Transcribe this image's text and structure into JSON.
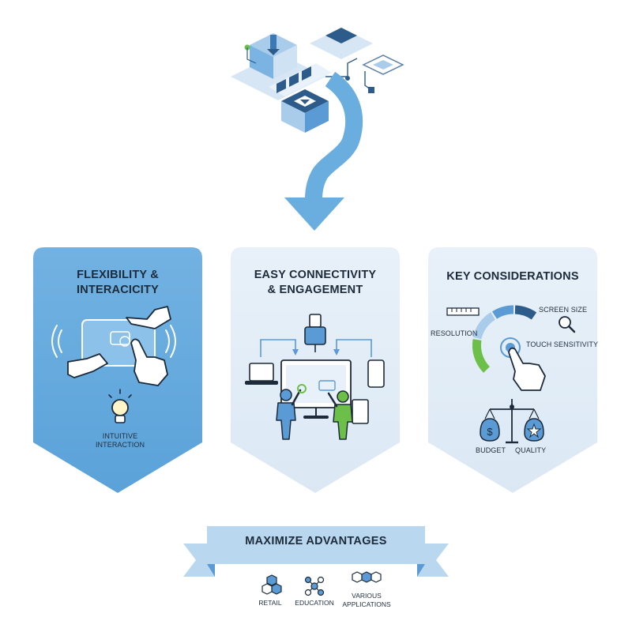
{
  "panels": [
    {
      "title_line1": "FLEXIBILITY &",
      "title_line2": "INTERACICITY",
      "caption_line1": "INTUITIVE",
      "caption_line2": "INTERACTION"
    },
    {
      "title_line1": "EASY CONNECTIVITY",
      "title_line2": "& ENGAGEMENT"
    },
    {
      "title": "KEY CONSIDERATIONS",
      "labels": {
        "screen_size": "SCREEN SIZE",
        "resolution": "RESOLUTION",
        "touch_sensitivity": "TOUCH SENSITIVITY",
        "budget": "BUDGET",
        "quality": "QUALITY"
      }
    }
  ],
  "ribbon": {
    "title": "MAXIMIZE ADVANTAGES"
  },
  "applications": [
    {
      "label_line1": "RETAIL",
      "label_line2": "",
      "icon": "hexagon-cluster-icon"
    },
    {
      "label_line1": "EDUCATION",
      "label_line2": "",
      "icon": "molecule-network-icon"
    },
    {
      "label_line1": "VARIOUS",
      "label_line2": "APPLICATIONS",
      "icon": "honeycomb-icon"
    }
  ],
  "colors": {
    "panel_active": "#6baee0",
    "panel_light": "#e3eef8",
    "accent_dark": "#2e5c8a",
    "accent_mid": "#5b9bd5",
    "accent_green": "#6cc04a",
    "ribbon": "#b9d8ef"
  }
}
